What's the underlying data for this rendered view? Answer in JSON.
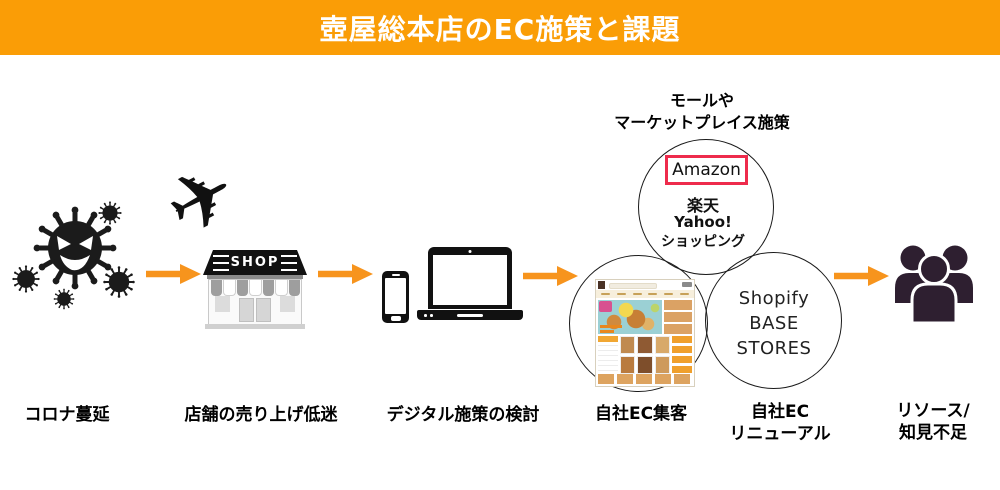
{
  "header": {
    "title": "壺屋総本店のEC施策と課題",
    "bg_color": "#FA9D06",
    "text_color": "#FFFFFF"
  },
  "flow": {
    "arrow_color": "#F7941D",
    "shop_sign": "SHOP",
    "labels": {
      "corona": "コロナ蔓延",
      "store": "店舗の売り上げ低迷",
      "digital": "デジタル施策の検討",
      "ec_traffic": "自社EC集客",
      "ec_renewal_line1": "自社EC",
      "ec_renewal_line2": "リニューアル",
      "resources_line1": "リソース/",
      "resources_line2": "知見不足"
    }
  },
  "marketplace": {
    "caption_line1": "モールや",
    "caption_line2": "マーケットプレイス施策",
    "amazon": "Amazon",
    "amazon_box_color": "#EE2B4C",
    "rakuten": "楽天",
    "yahoo_line1": "Yahoo!",
    "yahoo_line2": "ショッピング"
  },
  "own_ec": {
    "services": [
      "Shopify",
      "BASE",
      "STORES"
    ]
  },
  "icons": {
    "airplane": "✈",
    "virus": "virus-icon",
    "shop": "shop-icon",
    "smartphone": "smartphone-icon",
    "laptop": "laptop-icon",
    "people": "people-icon",
    "ec_site": "ec-site-thumbnail"
  }
}
